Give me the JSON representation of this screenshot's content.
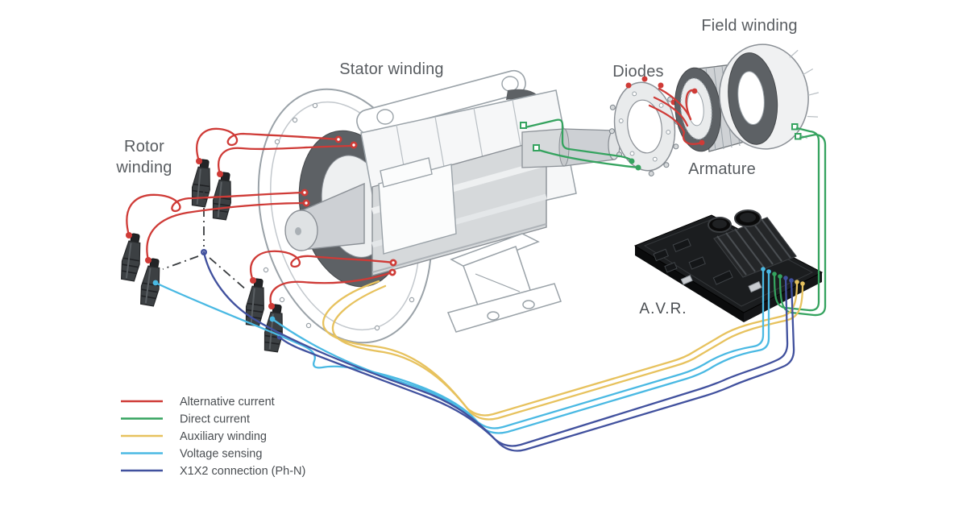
{
  "labels": {
    "stator_winding": "Stator winding",
    "field_winding": "Field winding",
    "diodes": "Diodes",
    "armature": "Armature",
    "rotor_line1": "Rotor",
    "rotor_line2": "winding",
    "avr": "A.V.R."
  },
  "legend": {
    "items": [
      {
        "label": "Alternative current",
        "color": "#cf3b37"
      },
      {
        "label": "Direct current",
        "color": "#35a35f"
      },
      {
        "label": "Auxiliary winding",
        "color": "#e7c25e"
      },
      {
        "label": "Voltage sensing",
        "color": "#4ab9e3"
      },
      {
        "label": "X1X2 connection (Ph-N)",
        "color": "#41519e"
      }
    ]
  },
  "colors": {
    "line_art": "#9aa2a8",
    "dark_metal": "#5d6165",
    "avr_board": "#1b1d1f",
    "label_text": "#585c60"
  }
}
